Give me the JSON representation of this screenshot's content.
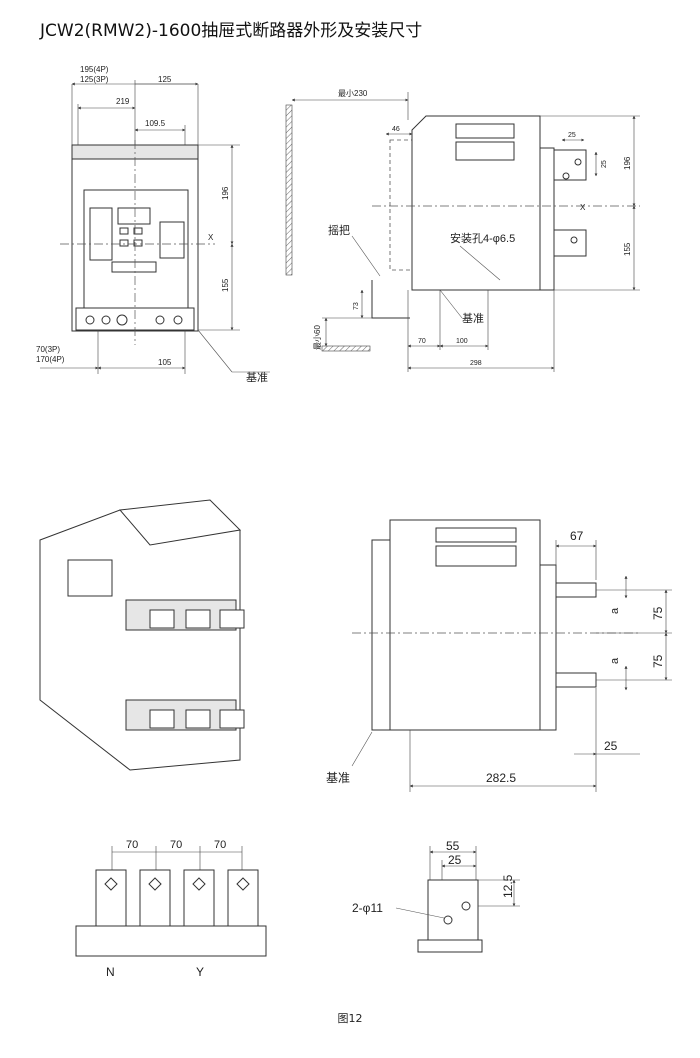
{
  "title": "JCW2(RMW2)-1600抽屉式断路器外形及安装尺寸",
  "caption": "图12",
  "front_view": {
    "dims": {
      "w4p": "195(4P)",
      "w3p": "125(3P)",
      "w125": "125",
      "w219": "219",
      "w1095": "109.5",
      "h196": "196",
      "h155": "155",
      "b3p": "70(3P)",
      "b4p": "170(4P)",
      "b105": "105"
    },
    "axis_x": "X",
    "datum_label": "基准"
  },
  "side_view": {
    "dims": {
      "min230": "最小230",
      "d46": "46",
      "d25a": "25",
      "d25b": "25",
      "h196": "196",
      "h155": "155",
      "d73": "73",
      "min60": "最小60",
      "d70": "70",
      "d100": "100",
      "d298": "298"
    },
    "axis_x": "X",
    "handle_label": "摇把",
    "mount_hole_label": "安装孔4-φ6.5",
    "datum_label": "基准"
  },
  "side_view_2": {
    "dims": {
      "d67": "67",
      "a1": "a",
      "a2": "a",
      "d75a": "75",
      "d75b": "75",
      "d25": "25",
      "d2825": "282.5"
    },
    "datum_label": "基准"
  },
  "terminals_view": {
    "dims": {
      "p1": "70",
      "p2": "70",
      "p3": "70"
    },
    "label_n": "N",
    "label_y": "Y"
  },
  "busbar_detail": {
    "dims": {
      "d55": "55",
      "d25": "25",
      "d125": "12.5"
    },
    "hole_label": "2-φ11"
  }
}
